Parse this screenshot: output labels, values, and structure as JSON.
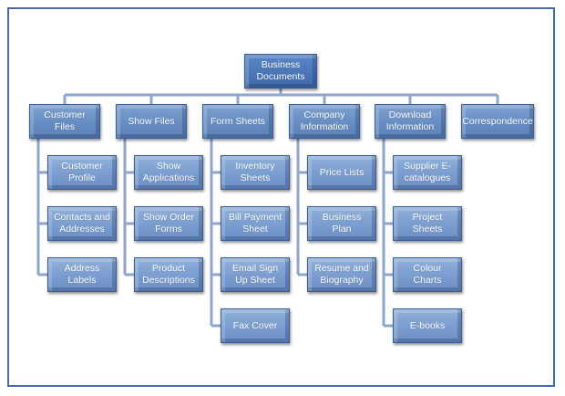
{
  "diagram": {
    "root": "Business Documents",
    "categories": [
      {
        "label": "Customer Files",
        "children": [
          "Customer Profile",
          "Contacts and Addresses",
          "Address Labels"
        ]
      },
      {
        "label": "Show Files",
        "children": [
          "Show Applications",
          "Show Order Forms",
          "Product Descriptions"
        ]
      },
      {
        "label": "Form Sheets",
        "children": [
          "Inventory Sheets",
          "Bill Payment Sheet",
          "Email Sign Up Sheet",
          "Fax Cover"
        ]
      },
      {
        "label": "Company Information",
        "children": [
          "Price Lists",
          "Business Plan",
          "Resume and Biography"
        ]
      },
      {
        "label": "Download Information",
        "children": [
          "Supplier E-catalogues",
          "Project Sheets",
          "Colour Charts",
          "E-books"
        ]
      },
      {
        "label": "Correspondence",
        "children": []
      }
    ],
    "colors": {
      "connector": "#8ea6cc",
      "frame": "#4a6aa8",
      "box_fill": "#6a90c5",
      "text": "#ffffff"
    }
  }
}
